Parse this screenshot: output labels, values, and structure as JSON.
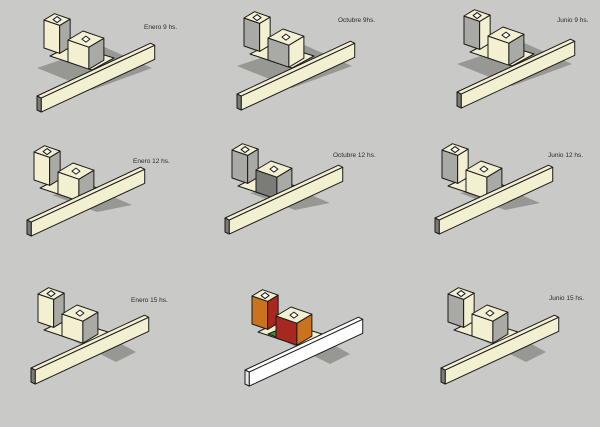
{
  "panels": [
    {
      "label": "Enero 9 hs."
    },
    {
      "label": "Octubre 9hs."
    },
    {
      "label": "Junio 9 hs."
    },
    {
      "label": "Enero 12 hs."
    },
    {
      "label": "Octubre 12 hs."
    },
    {
      "label": "Junio 12 hs."
    },
    {
      "label": "Enero 15 hs."
    },
    {
      "label": ""
    },
    {
      "label": "Junio 15 hs."
    }
  ],
  "colors": {
    "background": "#c9c9c7",
    "face_lit": "#f3efd1",
    "face_shade": "#a9a9a5",
    "face_dark": "#7b7b78",
    "shadow": "#8e8e8b",
    "outline": "#1a1a1a",
    "accent_orange": "#c9741c",
    "accent_red": "#a8281f",
    "accent_green": "#3f8c3c"
  }
}
